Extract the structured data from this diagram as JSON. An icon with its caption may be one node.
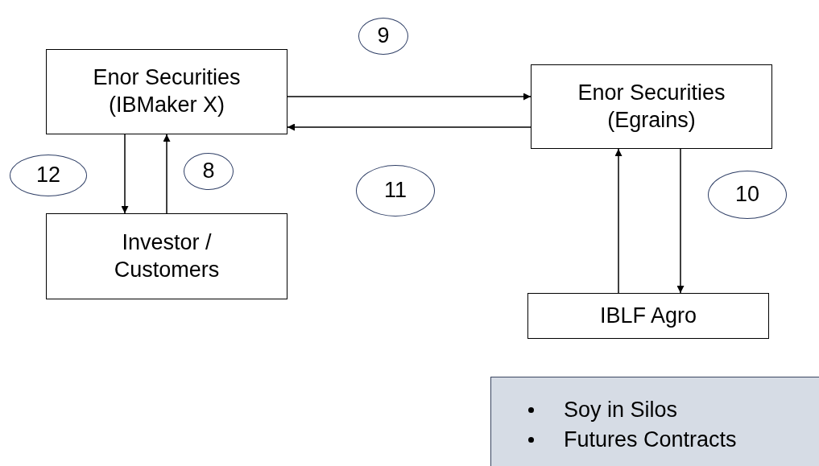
{
  "diagram": {
    "nodes": [
      {
        "text": [
          "Enor Securities (IBMaker X)"
        ]
      },
      {
        "text": [
          "Enor Securities (Egrains)"
        ]
      },
      {
        "text": [
          "Investor / Customers"
        ]
      },
      {
        "text": [
          "IBLF Agro"
        ]
      },
      {
        "text": [
          "Soy in Silos",
          "Futures Contracts"
        ]
      },
      {
        "text": [
          "9"
        ]
      },
      {
        "text": [
          "12"
        ]
      },
      {
        "text": [
          "8"
        ]
      },
      {
        "text": [
          "11"
        ]
      },
      {
        "text": [
          "10"
        ]
      }
    ],
    "edges": [
      {
        "from": 0,
        "to": 1,
        "arrow": "to"
      },
      {
        "from": 1,
        "to": 0,
        "arrow": "to"
      },
      {
        "from": 0,
        "to": 2,
        "arrow": "to"
      },
      {
        "from": 2,
        "to": 0,
        "arrow": "to"
      },
      {
        "from": 3,
        "to": 1,
        "arrow": "to"
      },
      {
        "from": 1,
        "to": 3,
        "arrow": "to"
      }
    ]
  }
}
